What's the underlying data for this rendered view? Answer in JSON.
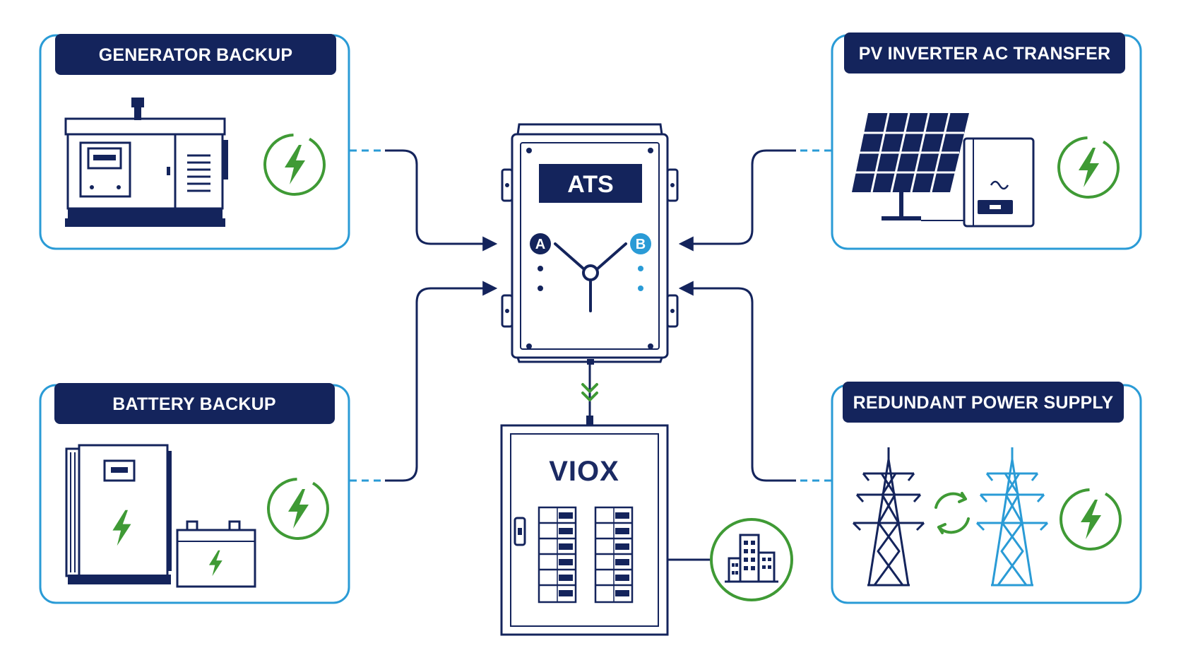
{
  "colors": {
    "navy": "#14245c",
    "navy_light": "#1b2a63",
    "blue": "#2a9bd6",
    "green": "#3f9a35",
    "white": "#ffffff"
  },
  "cards": {
    "generator": {
      "title": "GENERATOR BACKUP"
    },
    "pv": {
      "title": "PV INVERTER AC TRANSFER"
    },
    "battery": {
      "title": "BATTERY BACKUP"
    },
    "redundant": {
      "title": "REDUNDANT POWER SUPPLY"
    }
  },
  "ats": {
    "label": "ATS",
    "source_a": "A",
    "source_b": "B"
  },
  "panel": {
    "brand": "VIOX"
  },
  "icons": {
    "generator": "diesel-generator-icon",
    "solar": "solar-panel-icon",
    "inverter": "inverter-icon",
    "battery_cabinet": "battery-cabinet-icon",
    "battery": "battery-icon",
    "tower": "transmission-tower-icon",
    "sync": "sync-arrows-icon",
    "power": "power-bolt-icon",
    "building": "building-icon",
    "flow": "double-chevron-down-icon"
  }
}
